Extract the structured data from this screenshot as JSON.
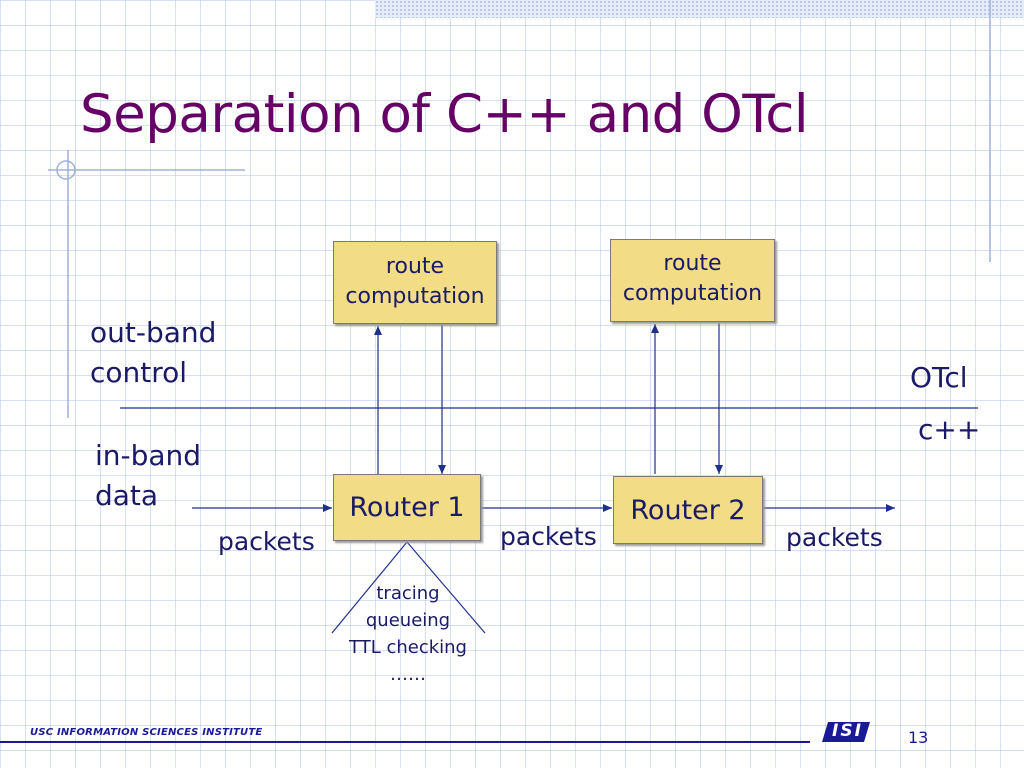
{
  "slide": {
    "title": "Separation of C++ and OTcl",
    "out_band": [
      "out-band",
      "control"
    ],
    "in_band": [
      "in-band",
      "data"
    ],
    "layer_otcl": "OTcl",
    "layer_cpp": "c++",
    "route_box_1": [
      "route",
      "computation"
    ],
    "route_box_2": [
      "route",
      "computation"
    ],
    "router_1": "Router 1",
    "router_2": "Router 2",
    "packets_in": "packets",
    "packets_mid": "packets",
    "packets_out": "packets",
    "router_functions": [
      "tracing",
      "queueing",
      "TTL checking",
      "……"
    ]
  },
  "footer": {
    "institute": "USC  INFORMATION SCIENCES INSTITUTE",
    "logo_text": "ISI",
    "page_number": "13"
  },
  "colors": {
    "title": "#660066",
    "text": "#1a1a66",
    "box_fill": "#f3dc86",
    "lines": "#1f2f8f",
    "footer": "#1a1a99"
  }
}
